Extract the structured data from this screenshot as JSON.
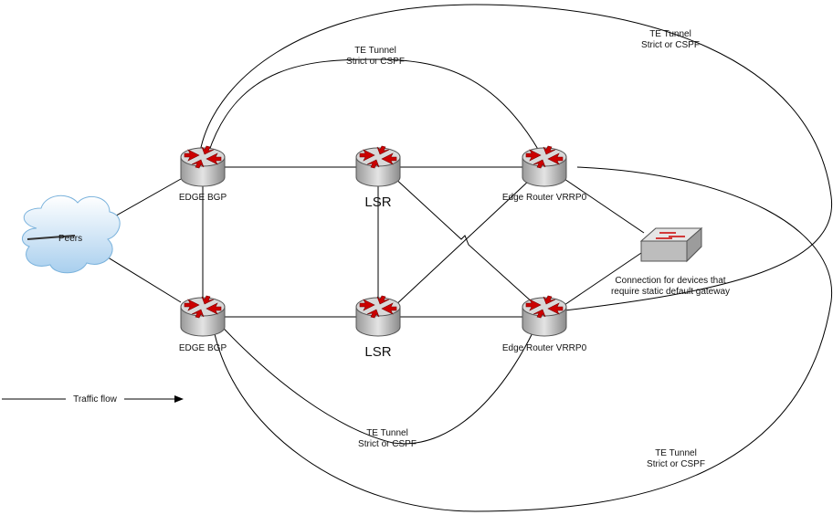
{
  "nodes": {
    "peers": {
      "label": "Peers"
    },
    "edge_bgp_top": {
      "label": "EDGE BGP"
    },
    "edge_bgp_bottom": {
      "label": "EDGE BGP"
    },
    "lsr_top": {
      "label": "LSR"
    },
    "lsr_bottom": {
      "label": "LSR"
    },
    "edge_vrrp_top": {
      "label": "Edge Router VRRP0"
    },
    "edge_vrrp_bottom": {
      "label": "Edge Router VRRP0"
    },
    "switch": {
      "label_line1": "Connection for devices that",
      "label_line2": "require static default gateway"
    }
  },
  "tunnels": {
    "top_inner": {
      "line1": "TE Tunnel",
      "line2": "Strict or CSPF"
    },
    "top_outer": {
      "line1": "TE Tunnel",
      "line2": "Strict or CSPF"
    },
    "bottom_inner": {
      "line1": "TE Tunnel",
      "line2": "Strict or CSPF"
    },
    "bottom_outer": {
      "line1": "TE Tunnel",
      "line2": "Strict or CSPF"
    }
  },
  "legend": {
    "traffic_flow": "Traffic flow"
  },
  "colors": {
    "router_body": "#c8c8c8",
    "router_arrow": "#cc0000",
    "cloud_fill": "#c9e1f3",
    "line": "#000000"
  }
}
